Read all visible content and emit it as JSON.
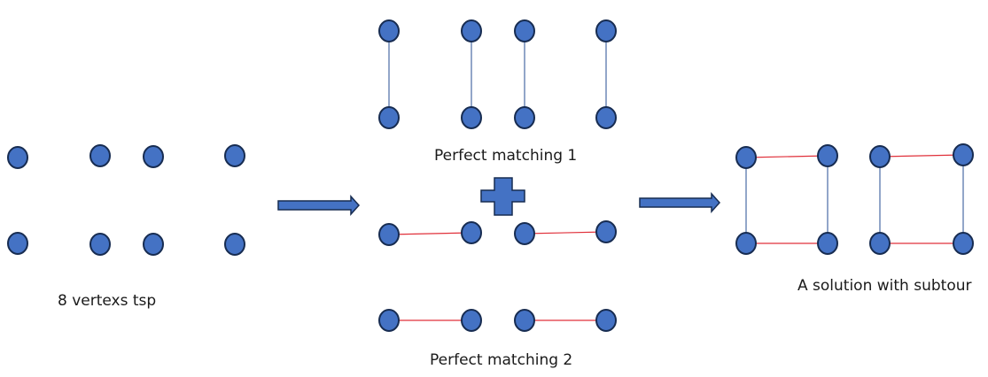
{
  "captions": {
    "input": "8 vertexs tsp",
    "matching1": "Perfect matching 1",
    "matching2": "Perfect matching 2",
    "result": "A solution with subtour"
  },
  "colors": {
    "node_fill": "#4472C4",
    "node_stroke": "#172c51",
    "edge_blue": "#4a6aa5",
    "edge_red": "#e0303a"
  },
  "icons": [
    "right-arrow-icon",
    "plus-icon",
    "right-arrow-icon"
  ]
}
